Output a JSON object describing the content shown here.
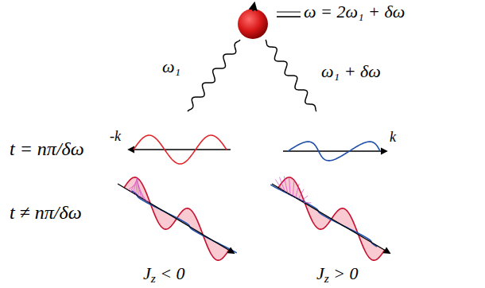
{
  "diagram": {
    "labels": [
      "ω = 2ω₁ + δω",
      "ω₁",
      "ω₁ + δω",
      "t = nπ/δω",
      "-k",
      "k",
      "t ≠ nπ/δω",
      "Jz < 0",
      "Jz > 0"
    ]
  }
}
